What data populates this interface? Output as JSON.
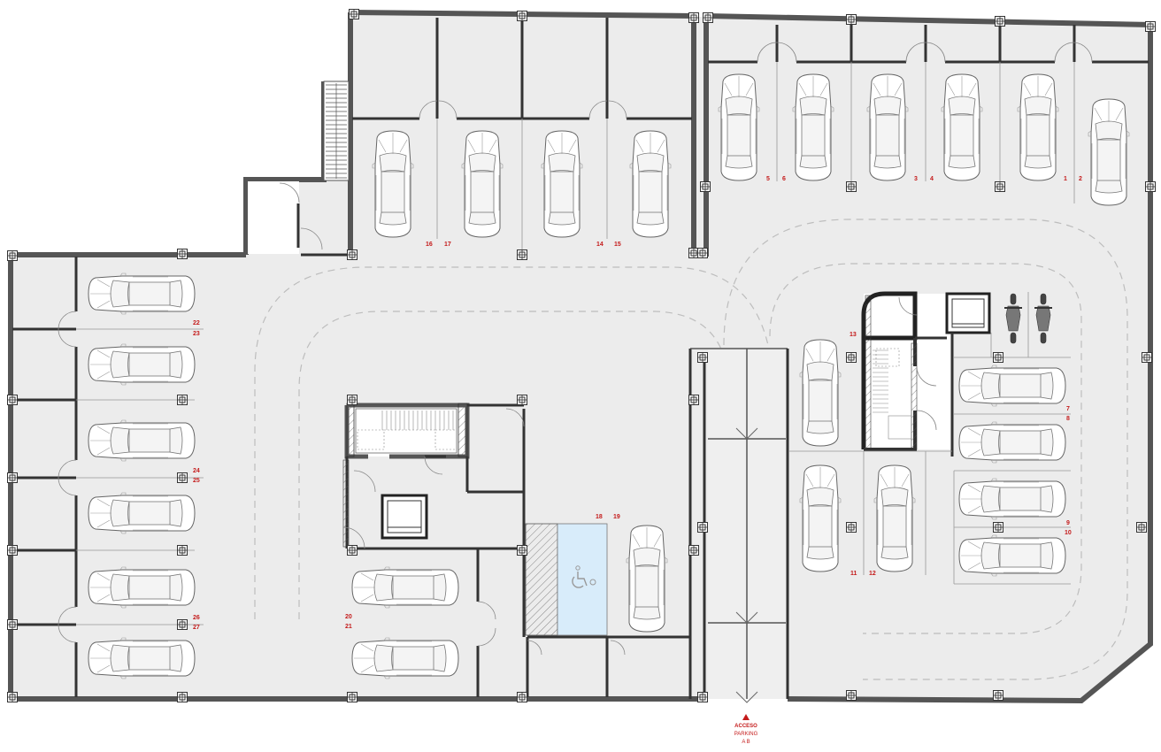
{
  "plan": {
    "space_labels": [
      {
        "id": "1",
        "text": "1"
      },
      {
        "id": "2",
        "text": "2"
      },
      {
        "id": "3",
        "text": "3"
      },
      {
        "id": "4",
        "text": "4"
      },
      {
        "id": "5",
        "text": "5"
      },
      {
        "id": "6",
        "text": "6"
      },
      {
        "id": "7",
        "text": "7"
      },
      {
        "id": "8",
        "text": "8"
      },
      {
        "id": "9",
        "text": "9"
      },
      {
        "id": "10",
        "text": "10"
      },
      {
        "id": "11",
        "text": "11"
      },
      {
        "id": "12",
        "text": "12"
      },
      {
        "id": "13",
        "text": "13"
      },
      {
        "id": "14",
        "text": "14"
      },
      {
        "id": "15",
        "text": "15"
      },
      {
        "id": "16",
        "text": "16"
      },
      {
        "id": "17",
        "text": "17"
      },
      {
        "id": "18",
        "text": "18"
      },
      {
        "id": "19",
        "text": "19"
      },
      {
        "id": "20",
        "text": "20"
      },
      {
        "id": "21",
        "text": "21"
      },
      {
        "id": "22",
        "text": "22"
      },
      {
        "id": "23",
        "text": "23"
      },
      {
        "id": "24",
        "text": "24"
      },
      {
        "id": "25",
        "text": "25"
      },
      {
        "id": "26",
        "text": "26"
      },
      {
        "id": "27",
        "text": "27"
      }
    ],
    "access": {
      "line1": "ACCESO",
      "line2": "PARKING",
      "line3": "A B"
    },
    "colors": {
      "space_label": "#c41a1a",
      "floor": "#ececec",
      "accessible_bay": "#d8ecfa",
      "wall": "#555555"
    },
    "icons": [
      "accessible-icon",
      "motorbike-icon",
      "access-arrow-icon",
      "ramp-arrow-icon",
      "stairs-icon",
      "elevator-icon"
    ]
  }
}
